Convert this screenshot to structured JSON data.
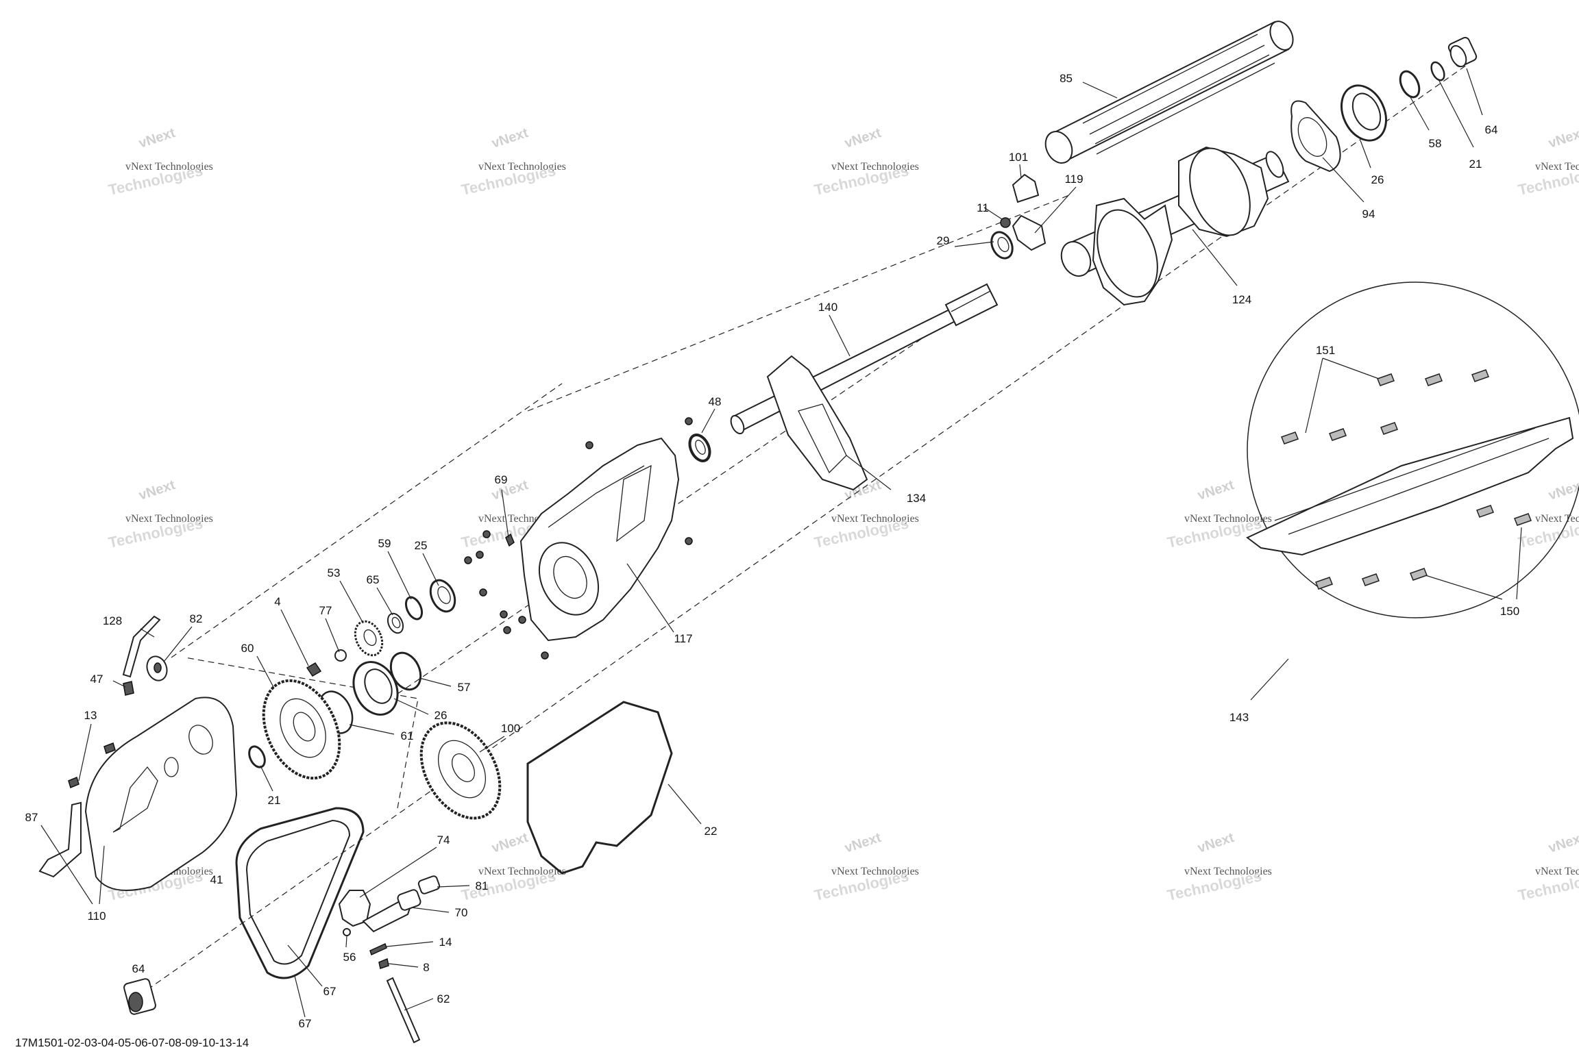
{
  "watermark": {
    "line1": "vNext",
    "line2": "vNext Technologies",
    "line3": "Technologies"
  },
  "figure_code": "17M1501-02-03-04-05-06-07-08-09-10-13-14",
  "callouts": {
    "c85": "85",
    "c64a": "64",
    "c58": "58",
    "c21a": "21",
    "c26a": "26",
    "c94": "94",
    "c101": "101",
    "c119": "119",
    "c11": "11",
    "c29": "29",
    "c124": "124",
    "c140": "140",
    "c48": "48",
    "c134": "134",
    "c151": "151",
    "c150": "150",
    "c143": "143",
    "c69": "69",
    "c117": "117",
    "c59": "59",
    "c25": "25",
    "c53": "53",
    "c65": "65",
    "c4": "4",
    "c77": "77",
    "c57": "57",
    "c26b": "26",
    "c60": "60",
    "c61": "61",
    "c128": "128",
    "c82": "82",
    "c47": "47",
    "c13": "13",
    "c87": "87",
    "c21b": "21",
    "c100": "100",
    "c22": "22",
    "c41": "41",
    "c74": "74",
    "c81": "81",
    "c70": "70",
    "c56": "56",
    "c14": "14",
    "c8": "8",
    "c62": "62",
    "c110": "110",
    "c64b": "64",
    "c67a": "67",
    "c67b": "67"
  }
}
